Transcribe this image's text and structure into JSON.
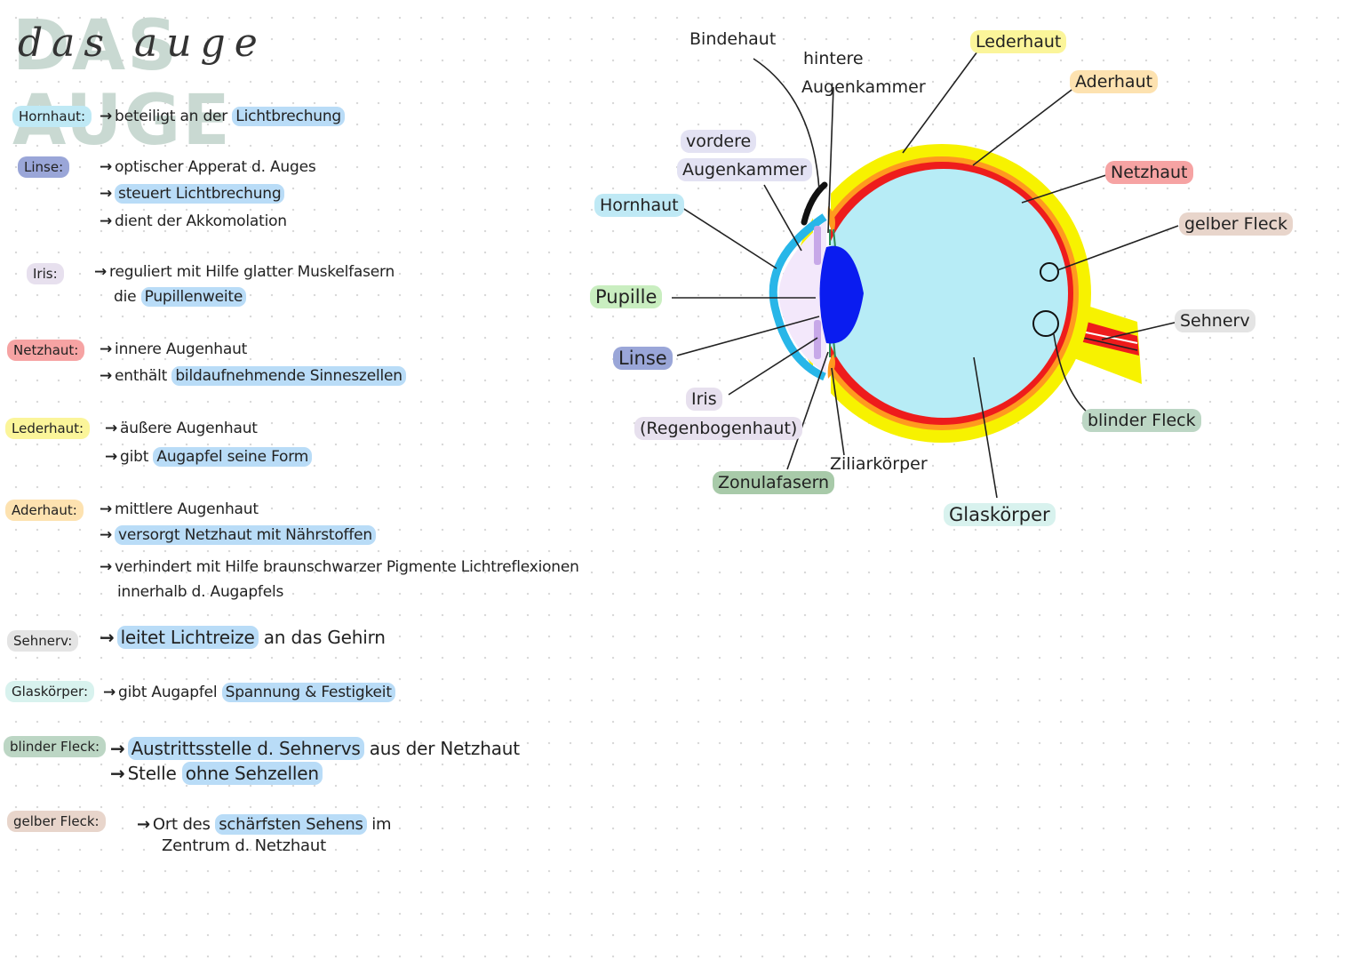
{
  "title": {
    "big": "DAS AUGE",
    "script": "das auge"
  },
  "colors": {
    "hornhaut": "#bfe9f5",
    "linse": "#9aa6d8",
    "iris": "#e7e0ee",
    "netzhaut": "#f6a3a3",
    "lederhaut": "#fbf59a",
    "aderhaut": "#fde2b0",
    "sehnerv": "#e4e4e4",
    "glaskoerper": "#d8f2ee",
    "blinder_fleck": "#bcd6c4",
    "gelber_fleck": "#e8d5cb",
    "pupille": "#c9eec0",
    "zonulafasern": "#a8caa9",
    "vordere": "#e3e2f3",
    "bindehaut": "#ffffff",
    "highlight": "#b9dcf7"
  },
  "notes": [
    {
      "term": "Hornhaut:",
      "lines": [
        [
          {
            "t": "→"
          },
          {
            "t": "beteiligt an der "
          },
          {
            "t": "Lichtbrechung",
            "hl": true
          }
        ]
      ]
    },
    {
      "term": "Linse:",
      "lines": [
        [
          {
            "t": "→"
          },
          {
            "t": "optischer Apperat d. Auges"
          }
        ],
        [
          {
            "t": "→"
          },
          {
            "t": "steuert Lichtbrechung",
            "hl": true
          }
        ],
        [
          {
            "t": "→"
          },
          {
            "t": "dient der Akkomolation"
          }
        ]
      ]
    },
    {
      "term": "Iris:",
      "lines": [
        [
          {
            "t": "→"
          },
          {
            "t": "reguliert mit Hilfe glatter Muskelfasern"
          }
        ],
        [
          {
            "t": "die "
          },
          {
            "t": "Pupillenweite",
            "hl": true
          }
        ]
      ]
    },
    {
      "term": "Netzhaut:",
      "lines": [
        [
          {
            "t": "→"
          },
          {
            "t": "innere Augenhaut"
          }
        ],
        [
          {
            "t": "→"
          },
          {
            "t": "enthält "
          },
          {
            "t": "bildaufnehmende Sinneszellen",
            "hl": true
          }
        ]
      ]
    },
    {
      "term": "Lederhaut:",
      "lines": [
        [
          {
            "t": "→"
          },
          {
            "t": "äußere Augenhaut"
          }
        ],
        [
          {
            "t": "→"
          },
          {
            "t": "gibt "
          },
          {
            "t": "Augapfel seine Form",
            "hl": true
          }
        ]
      ]
    },
    {
      "term": "Aderhaut:",
      "lines": [
        [
          {
            "t": "→"
          },
          {
            "t": "mittlere Augenhaut"
          }
        ],
        [
          {
            "t": "→"
          },
          {
            "t": "versorgt Netzhaut mit Nährstoffen",
            "hl": true
          }
        ],
        [
          {
            "t": "→"
          },
          {
            "t": "verhindert mit Hilfe braunschwarzer Pigmente Lichtreflexionen"
          }
        ],
        [
          {
            "t": "innerhalb d. Augapfels"
          }
        ]
      ]
    },
    {
      "term": "Sehnerv:",
      "lines": [
        [
          {
            "t": "→"
          },
          {
            "t": "leitet Lichtreize",
            "hl": true
          },
          {
            "t": " an das Gehirn"
          }
        ]
      ]
    },
    {
      "term": "Glaskörper:",
      "lines": [
        [
          {
            "t": "→"
          },
          {
            "t": "gibt Augapfel "
          },
          {
            "t": "Spannung & Festigkeit",
            "hl": true
          }
        ]
      ]
    },
    {
      "term": "blinder Fleck:",
      "lines": [
        [
          {
            "t": "→"
          },
          {
            "t": "Austrittsstelle d. Sehnervs",
            "hl": true
          },
          {
            "t": " aus der Netzhaut"
          }
        ],
        [
          {
            "t": "→"
          },
          {
            "t": "Stelle "
          },
          {
            "t": "ohne Sehzellen",
            "hl": true
          }
        ]
      ]
    },
    {
      "term": "gelber Fleck:",
      "lines": [
        [
          {
            "t": "→"
          },
          {
            "t": "Ort des "
          },
          {
            "t": "schärfsten Sehens",
            "hl": true
          },
          {
            "t": " im"
          }
        ],
        [
          {
            "t": "Zentrum d. Netzhaut"
          }
        ]
      ]
    }
  ],
  "diagram_labels": {
    "bindehaut": "Bindehaut",
    "hintere_1": "hintere",
    "hintere_2": "Augenkammer",
    "lederhaut": "Lederhaut",
    "aderhaut": "Aderhaut",
    "vordere_1": "vordere",
    "vordere_2": "Augenkammer",
    "netzhaut": "Netzhaut",
    "hornhaut": "Hornhaut",
    "gelber_fleck": "gelber Fleck",
    "pupille": "Pupille",
    "sehnerv": "Sehnerv",
    "linse": "Linse",
    "iris_1": "Iris",
    "iris_2": "(Regenbogenhaut)",
    "blinder_fleck": "blinder Fleck",
    "ziliarkoerper": "Ziliarkörper",
    "zonulafasern": "Zonulafasern",
    "glaskoerper": "Glaskörper"
  }
}
